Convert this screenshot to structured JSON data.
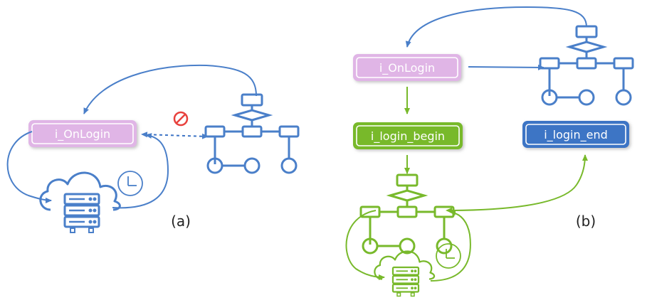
{
  "panel_a": {
    "box_label": "i_OnLogin",
    "caption": "(a)",
    "icons": [
      "blocked-icon",
      "flowchart-icon",
      "cloud-server-icon",
      "clock-icon"
    ]
  },
  "panel_b": {
    "onlogin_label": "i_OnLogin",
    "begin_label": "i_login_begin",
    "end_label": "i_login_end",
    "caption": "(b)",
    "icons": [
      "flowchart-icon",
      "flowchart-icon",
      "cloud-server-icon",
      "clock-icon"
    ]
  },
  "colors": {
    "blue": "#4a7fc9",
    "pink": "#e0b5e6",
    "green": "#78b92b",
    "red": "#e8403c",
    "dark_blue": "#3d74c5"
  }
}
